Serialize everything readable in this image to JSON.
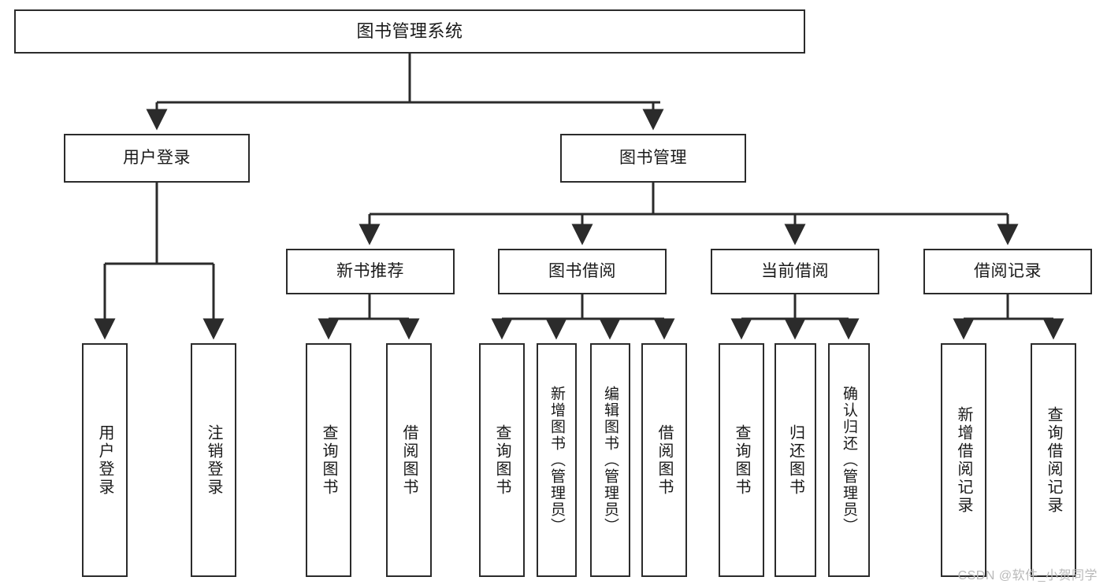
{
  "diagram": {
    "title": "图书管理系统",
    "type": "tree-hierarchy",
    "watermark": "CSDN @软件_小贺同学",
    "colors": {
      "box_border": "#2b2b2b",
      "box_fill": "#ffffff",
      "connector": "#2b2b2b",
      "text": "#1a1a1a",
      "watermark": "#b9b9b9"
    },
    "nodes": {
      "root": {
        "label": "图书管理系统"
      },
      "level2": [
        {
          "label": "用户登录"
        },
        {
          "label": "图书管理"
        }
      ],
      "level3": [
        {
          "label": "新书推荐"
        },
        {
          "label": "图书借阅"
        },
        {
          "label": "当前借阅"
        },
        {
          "label": "借阅记录"
        }
      ],
      "leaves": {
        "user_login": [
          {
            "label": "用户登录"
          },
          {
            "label": "注销登录"
          }
        ],
        "new_book": [
          {
            "label": "查询图书"
          },
          {
            "label": "借阅图书"
          }
        ],
        "book_borrow": [
          {
            "label": "查询图书"
          },
          {
            "label": "新增图书（管理员）"
          },
          {
            "label": "编辑图书（管理员）"
          },
          {
            "label": "借阅图书"
          }
        ],
        "current_borrow": [
          {
            "label": "查询图书"
          },
          {
            "label": "归还图书"
          },
          {
            "label": "确认归还（管理员）"
          }
        ],
        "borrow_record": [
          {
            "label": "新增借阅记录"
          },
          {
            "label": "查询借阅记录"
          }
        ]
      }
    }
  }
}
